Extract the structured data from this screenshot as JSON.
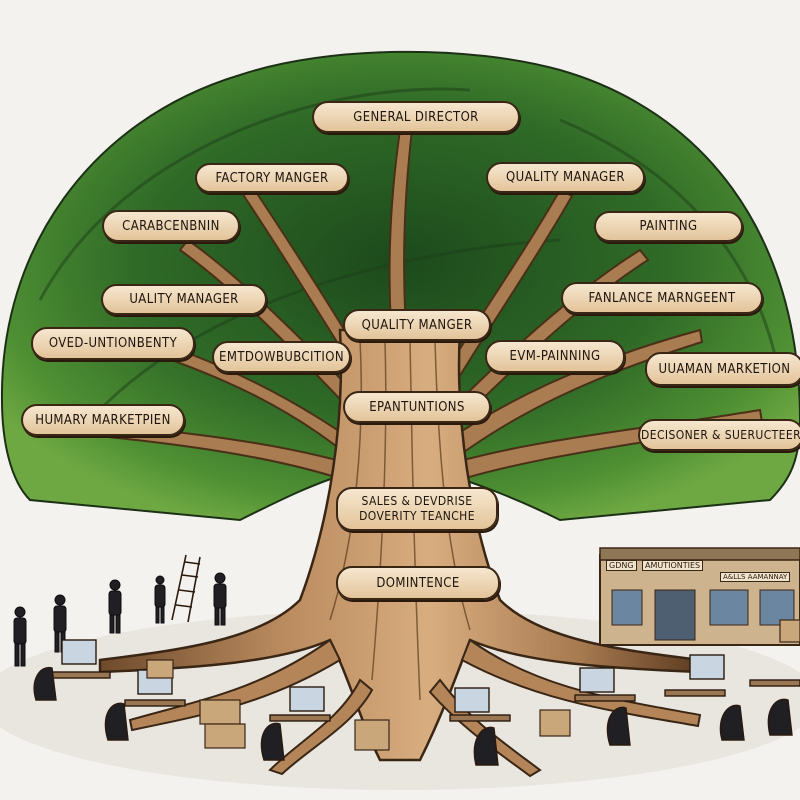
{
  "signs": {
    "general_director": "GENERAL DIRECTOR",
    "factory_manager": "FACTORY MANGER",
    "quality_manager_right": "QUALITY MANAGER",
    "carabcenbnin": "CARABCENBNIN",
    "painting": "PAINTING",
    "uality_manager_left": "UALITY MANAGER",
    "fanlance_marngeent": "FANLANCE MARNGEENT",
    "quality_manger_center": "QUALITY MANGER",
    "oved_untionbenty": "OVED-UNTIONBENTY",
    "emtdowbubcition": "EMTDOWBUBCITION",
    "evm_painning": "EVM-PAINNING",
    "uuaman_marketion": "UUAMAN MARKETION",
    "humary_marketpien": "HUMARY MARKETPIEN",
    "epantuntions": "EPANTUNTIONS",
    "decisoner_suerucer": "DECISONER & SUERUCTEER",
    "sales_devorise": "SALES & DEVDRISE\nDOVERITY TEANCHE",
    "domintence": "DOMINTENCE"
  },
  "building": {
    "sign_left": "GDNG",
    "sign_middle": "AMUTIONTIES",
    "sign_right": "A&LLS AAMANNAY"
  }
}
